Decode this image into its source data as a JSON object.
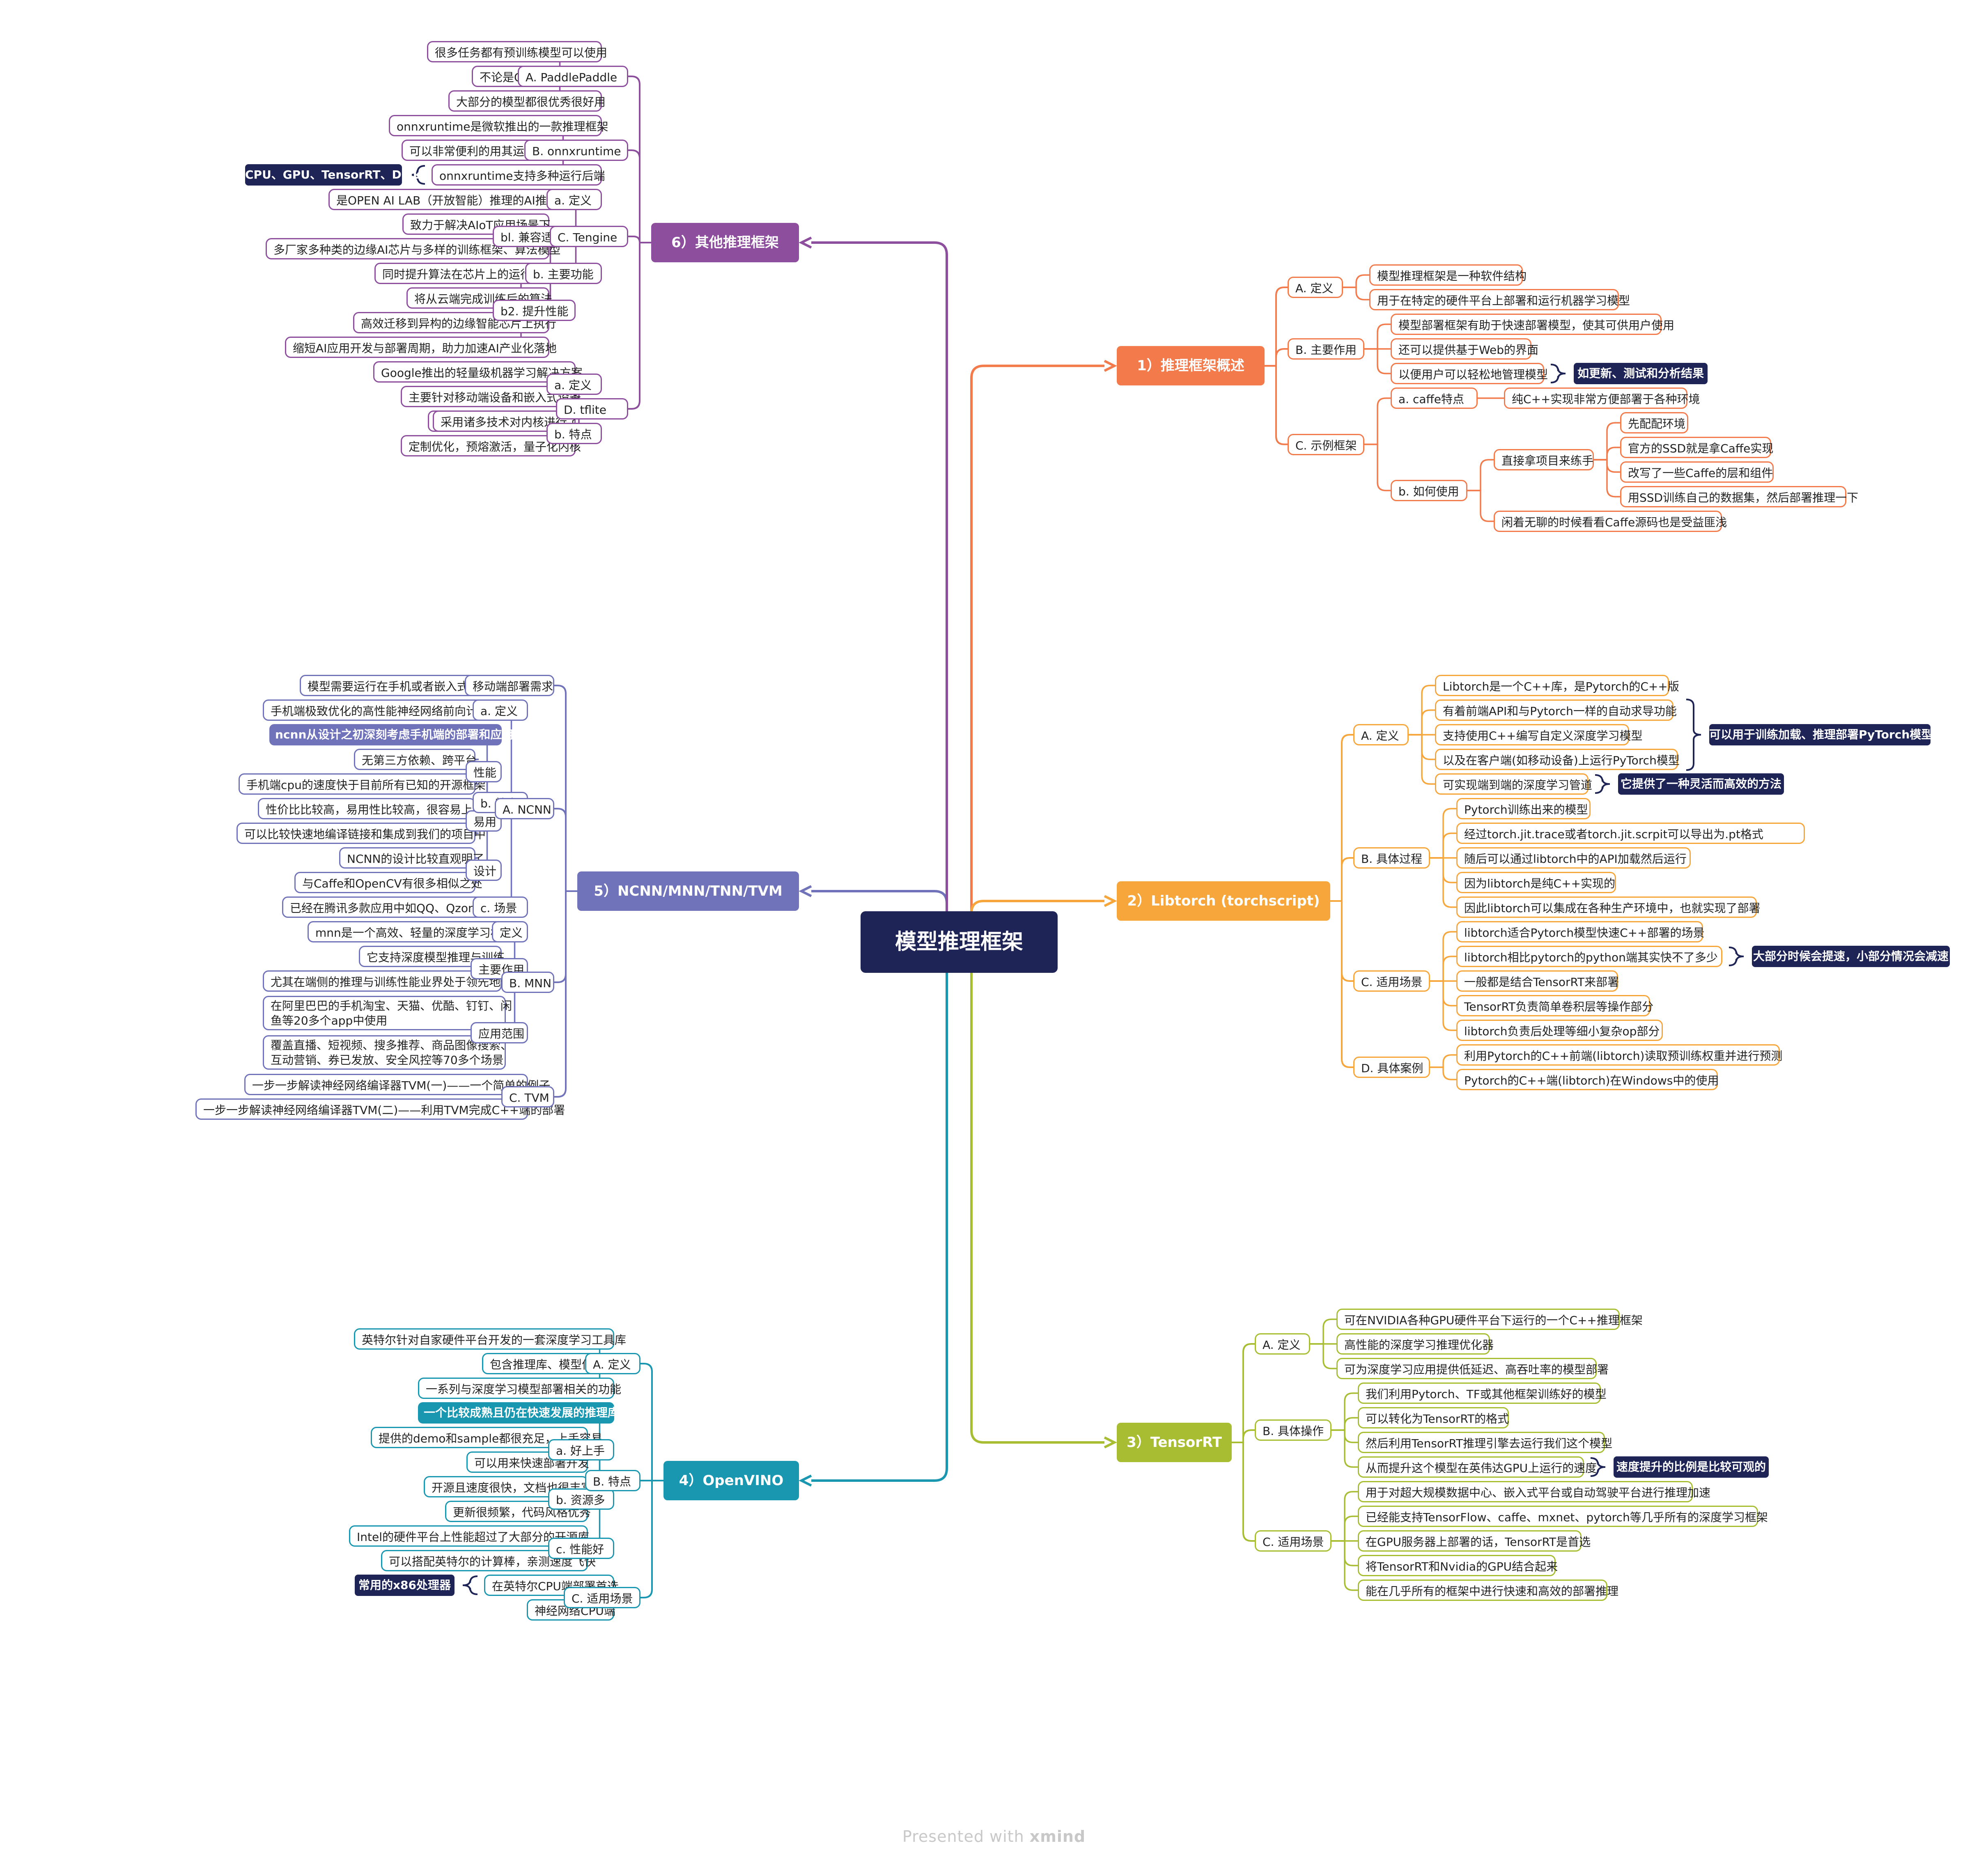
{
  "title": "模型推理框架",
  "footer": {
    "prefix": "Presented with ",
    "brand": "xmind"
  },
  "colors": {
    "b1": "#f27a4b",
    "b2": "#f6a63a",
    "b3": "#a8bd32",
    "b4": "#1996b0",
    "b5": "#7173ba",
    "b6": "#8e4e9e",
    "root": "#1e2556",
    "note": "#1e2556"
  },
  "branches": [
    {
      "label": "1）推理框架概述",
      "children": [
        {
          "label": "A. 定义",
          "children": [
            {
              "label": "模型推理框架是一种软件结构"
            },
            {
              "label": "用于在特定的硬件平台上部署和运行机器学习模型"
            }
          ]
        },
        {
          "label": "B. 主要作用",
          "children": [
            {
              "label": "模型部署框架有助于快速部署模型，使其可供用户使用"
            },
            {
              "label": "还可以提供基于Web的界面"
            },
            {
              "label": "以便用户可以轻松地管理模型",
              "note": "如更新、测试和分析结果"
            }
          ]
        },
        {
          "label": "C. 示例框架",
          "children": [
            {
              "label": "a. caffe特点",
              "children": [
                {
                  "label": "纯C++实现非常方便部署于各种环境"
                }
              ]
            },
            {
              "label": "b. 如何使用",
              "children": [
                {
                  "label": "直接拿项目来练手",
                  "children": [
                    {
                      "label": "先配配环境"
                    },
                    {
                      "label": "官方的SSD就是拿Caffe实现"
                    },
                    {
                      "label": "改写了一些Caffe的层和组件"
                    },
                    {
                      "label": "用SSD训练自己的数据集，然后部署推理一下"
                    }
                  ]
                },
                {
                  "label": "闲着无聊的时候看看Caffe源码也是受益匪浅"
                }
              ]
            }
          ]
        }
      ]
    },
    {
      "label": "2）Libtorch (torchscript)",
      "children": [
        {
          "label": "A. 定义",
          "children": [
            {
              "label": "Libtorch是一个C++库，是Pytorch的C++版"
            },
            {
              "label": "有着前端API和与Pytorch一样的自动求导功能"
            },
            {
              "label": "支持使用C++编写自定义深度学习模型"
            },
            {
              "label": "以及在客户端(如移动设备)上运行PyTorch模型"
            },
            {
              "label": "可实现端到端的深度学习管道",
              "note": "它提供了一种灵活而高效的方法"
            }
          ],
          "group_note": "可以用于训练加载、推理部署PyTorch模型"
        },
        {
          "label": "B. 具体过程",
          "children": [
            {
              "label": "Pytorch训练出来的模型"
            },
            {
              "label": "经过torch.jit.trace或者torch.jit.scrpit可以导出为.pt格式"
            },
            {
              "label": "随后可以通过libtorch中的API加载然后运行"
            },
            {
              "label": "因为libtorch是纯C++实现的"
            },
            {
              "label": "因此libtorch可以集成在各种生产环境中，也就实现了部署"
            }
          ]
        },
        {
          "label": "C. 适用场景",
          "children": [
            {
              "label": "libtorch适合Pytorch模型快速C++部署的场景"
            },
            {
              "label": "libtorch相比pytorch的python端其实快不了多少",
              "note": "大部分时候会提速，小部分情况会减速"
            },
            {
              "label": "一般都是结合TensorRT来部署"
            },
            {
              "label": "TensorRT负责简单卷积层等操作部分"
            },
            {
              "label": "libtorch负责后处理等细小复杂op部分"
            }
          ]
        },
        {
          "label": "D. 具体案例",
          "children": [
            {
              "label": "利用Pytorch的C++前端(libtorch)读取预训练权重并进行预测"
            },
            {
              "label": "Pytorch的C++端(libtorch)在Windows中的使用"
            }
          ]
        }
      ]
    },
    {
      "label": "3）TensorRT",
      "children": [
        {
          "label": "A. 定义",
          "children": [
            {
              "label": "可在NVIDIA各种GPU硬件平台下运行的一个C++推理框架"
            },
            {
              "label": "高性能的深度学习推理优化器"
            },
            {
              "label": "可为深度学习应用提供低延迟、高吞吐率的模型部署"
            }
          ]
        },
        {
          "label": "B. 具体操作",
          "children": [
            {
              "label": "我们利用Pytorch、TF或其他框架训练好的模型"
            },
            {
              "label": "可以转化为TensorRT的格式"
            },
            {
              "label": "然后利用TensorRT推理引擎去运行我们这个模型"
            },
            {
              "label": "从而提升这个模型在英伟达GPU上运行的速度",
              "note": "速度提升的比例是比较可观的"
            }
          ]
        },
        {
          "label": "C. 适用场景",
          "children": [
            {
              "label": "用于对超大规模数据中心、嵌入式平台或自动驾驶平台进行推理加速"
            },
            {
              "label": "已经能支持TensorFlow、caffe、mxnet、pytorch等几乎所有的深度学习框架"
            },
            {
              "label": "在GPU服务器上部署的话，TensorRT是首选"
            },
            {
              "label": "将TensorRT和Nvidia的GPU结合起来"
            },
            {
              "label": "能在几乎所有的框架中进行快速和高效的部署推理"
            }
          ]
        }
      ]
    },
    {
      "label": "4）OpenVINO",
      "children": [
        {
          "label": "A. 定义",
          "children": [
            {
              "label": "英特尔针对自家硬件平台开发的一套深度学习工具库"
            },
            {
              "label": "包含推理库、模型优化等"
            },
            {
              "label": "一系列与深度学习模型部署相关的功能"
            }
          ]
        },
        {
          "label": "B. 特点",
          "children": [
            {
              "label": "一个比较成熟且仍在快速发展的推理库"
            },
            {
              "label": "a. 好上手",
              "children": [
                {
                  "label": "提供的demo和sample都很充足，上手容易"
                },
                {
                  "label": "可以用来快速部署开发"
                }
              ]
            },
            {
              "label": "b. 资源多",
              "children": [
                {
                  "label": "开源且速度很快，文档也很丰富"
                },
                {
                  "label": "更新很频繁，代码风格优秀"
                }
              ]
            },
            {
              "label": "c. 性能好",
              "children": [
                {
                  "label": "Intel的硬件平台上性能超过了大部分的开源库"
                },
                {
                  "label": "可以搭配英特尔的计算棒，亲测速度飞快"
                }
              ]
            }
          ]
        },
        {
          "label": "C. 适用场景",
          "children": [
            {
              "label": "在英特尔CPU端部署首选",
              "note": "常用的x86处理器"
            },
            {
              "label": "神经网络CPU端"
            }
          ]
        }
      ]
    },
    {
      "label": "5）NCNN/MNN/TNN/TVM",
      "children": [
        {
          "label": "移动端部署需求",
          "children": [
            {
              "label": "模型需要运行在手机或者嵌入式设备上的需求"
            }
          ]
        },
        {
          "label": "A. NCNN",
          "children": [
            {
              "label": "a. 定义",
              "children": [
                {
                  "label": "手机端极致优化的高性能神经网络前向计算框架"
                }
              ]
            },
            {
              "label": "b. 特点",
              "children": [
                {
                  "label": "ncnn从设计之初深刻考虑手机端的部署和应用"
                },
                {
                  "label": "性能",
                  "children": [
                    {
                      "label": "无第三方依赖、跨平台"
                    },
                    {
                      "label": "手机端cpu的速度快于目前所有已知的开源框架"
                    }
                  ]
                },
                {
                  "label": "易用",
                  "children": [
                    {
                      "label": "性价比比较高，易用性比较高，很容易上手"
                    },
                    {
                      "label": "可以比较快速地编译链接和集成到我们的项目中"
                    }
                  ]
                },
                {
                  "label": "设计",
                  "children": [
                    {
                      "label": "NCNN的设计比较直观明了"
                    },
                    {
                      "label": "与Caffe和OpenCV有很多相似之处"
                    }
                  ]
                }
              ]
            },
            {
              "label": "c. 场景",
              "children": [
                {
                  "label": "已经在腾讯多款应用中如QQ、Qzone、微信"
                }
              ]
            }
          ]
        },
        {
          "label": "B. MNN",
          "children": [
            {
              "label": "定义",
              "children": [
                {
                  "label": "mnn是一个高效、轻量的深度学习框架"
                }
              ]
            },
            {
              "label": "主要作用",
              "children": [
                {
                  "label": "它支持深度模型推理与训练"
                },
                {
                  "label": "尤其在端侧的推理与训练性能业界处于领先地位"
                }
              ]
            },
            {
              "label": "应用范围",
              "children": [
                {
                  "label": "在阿里巴巴的手机淘宝、天猫、优酷、钉钉、闲",
                  "label2": "鱼等20多个app中使用"
                },
                {
                  "label": "覆盖直播、短视频、搜多推荐、商品图像搜索、",
                  "label2": "互动营销、券已发放、安全风控等70多个场景"
                }
              ]
            }
          ]
        },
        {
          "label": "C. TVM",
          "children": [
            {
              "label": "一步一步解读神经网络编译器TVM(一)——一个简单的例子"
            },
            {
              "label": "一步一步解读神经网络编译器TVM(二)——利用TVM完成C++端的部署"
            }
          ]
        }
      ]
    },
    {
      "label": "6）其他推理框架",
      "children": [
        {
          "label": "A. PaddlePaddle",
          "children": [
            {
              "label": "很多任务都有预训练模型可以使用"
            },
            {
              "label": "不论是GPU端还是移动端"
            },
            {
              "label": "大部分的模型都很优秀很好用"
            }
          ]
        },
        {
          "label": "B. onnxruntime",
          "children": [
            {
              "label": "onnxruntime是微软推出的一款推理框架"
            },
            {
              "label": "可以非常便利的用其运行一个onnx模型"
            },
            {
              "label": "onnxruntime支持多种运行后端",
              "note": "CPU、GPU、TensorRT、DML"
            }
          ]
        },
        {
          "label": "C. Tengine",
          "children": [
            {
              "label": "a. 定义",
              "children": [
                {
                  "label": "是OPEN AI LAB（开放智能）推理的AI推理框架"
                }
              ]
            },
            {
              "label": "b. 主要功能",
              "children": [
                {
                  "label": "bl. 兼容适配",
                  "children": [
                    {
                      "label": "致力于解决AIoT应用场景下"
                    },
                    {
                      "label": "多厂家多种类的边缘AI芯片与多样的训练框架、算法模型"
                    }
                  ]
                },
                {
                  "label": "b2. 提升性能",
                  "children": [
                    {
                      "label": "同时提升算法在芯片上的运行性能"
                    },
                    {
                      "label": "将从云端完成训练后的算法"
                    },
                    {
                      "label": "高效迁移到异构的边缘智能芯片上执行"
                    },
                    {
                      "label": "缩短AI应用开发与部署周期，助力加速AI产业化落地"
                    }
                  ]
                }
              ]
            }
          ]
        },
        {
          "label": "D. tflite",
          "children": [
            {
              "label": "a. 定义",
              "children": [
                {
                  "label": "Google推出的轻量级机器学习解决方案"
                },
                {
                  "label": "主要针对移动端设备和嵌入式设备"
                }
              ]
            },
            {
              "label": "b. 特点",
              "children": [
                {
                  "label": "采用诸多技术对内核进行了",
                  "children": [
                    {
                      "label": "针对移动端设备的特点"
                    }
                  ]
                },
                {
                  "label": "定制优化，预熔激活，量子化内核"
                }
              ]
            }
          ]
        }
      ]
    }
  ]
}
